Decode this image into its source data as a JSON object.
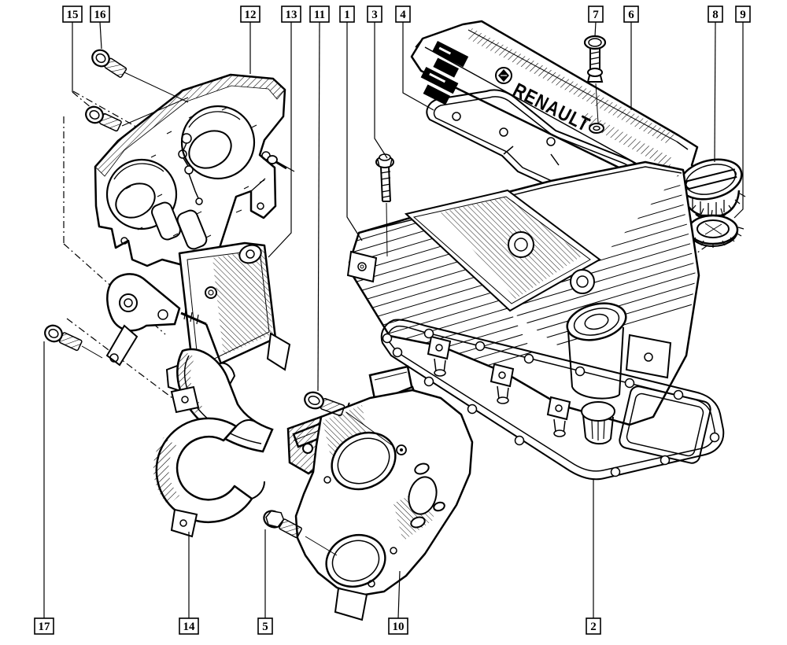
{
  "diagram": {
    "background_color": "#ffffff",
    "line_color": "#000000",
    "brand_label": "RENAULT",
    "callouts": [
      {
        "label": "15"
      },
      {
        "label": "16"
      },
      {
        "label": "12"
      },
      {
        "label": "13"
      },
      {
        "label": "11"
      },
      {
        "label": "1"
      },
      {
        "label": "3"
      },
      {
        "label": "4"
      },
      {
        "label": "7"
      },
      {
        "label": "6"
      },
      {
        "label": "8"
      },
      {
        "label": "9"
      },
      {
        "label": "17"
      },
      {
        "label": "14"
      },
      {
        "label": "5"
      },
      {
        "label": "10"
      },
      {
        "label": "2"
      }
    ]
  }
}
